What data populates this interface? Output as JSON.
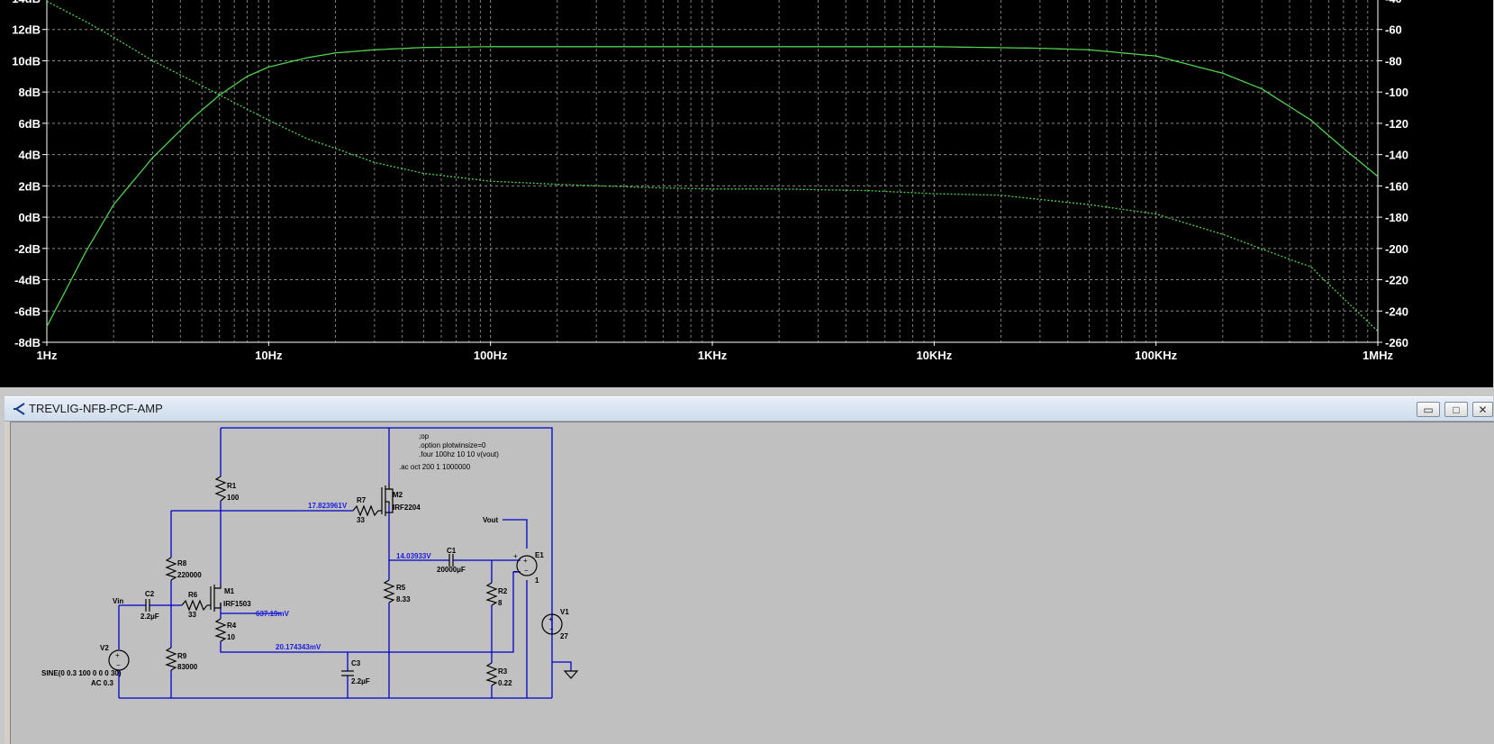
{
  "chart_data": {
    "type": "line",
    "x_scale": "log",
    "xlim": [
      1,
      1000000
    ],
    "x_ticks": [
      "1Hz",
      "10Hz",
      "100Hz",
      "1KHz",
      "10KHz",
      "100KHz",
      "1MHz"
    ],
    "ylim_left": [
      -8,
      14
    ],
    "y_ticks_left": [
      "14dB",
      "12dB",
      "10dB",
      "8dB",
      "6dB",
      "4dB",
      "2dB",
      "0dB",
      "-2dB",
      "-4dB",
      "-6dB",
      "-8dB"
    ],
    "ylim_right": [
      -260,
      -40
    ],
    "y_ticks_right": [
      "-40",
      "-60",
      "-80",
      "-100",
      "-120",
      "-140",
      "-160",
      "-180",
      "-200",
      "-220",
      "-240",
      "-260"
    ],
    "grid": true,
    "series": [
      {
        "axis": "left",
        "style": "solid",
        "color": "#50d050",
        "points": [
          [
            1,
            -7.0
          ],
          [
            1.5,
            -2.2
          ],
          [
            2,
            0.8
          ],
          [
            3,
            3.8
          ],
          [
            4.6,
            6.4
          ],
          [
            6,
            7.8
          ],
          [
            8,
            9.0
          ],
          [
            10,
            9.6
          ],
          [
            15,
            10.2
          ],
          [
            20,
            10.5
          ],
          [
            30,
            10.7
          ],
          [
            50,
            10.85
          ],
          [
            100,
            10.9
          ],
          [
            1000,
            10.9
          ],
          [
            10000,
            10.9
          ],
          [
            30000,
            10.8
          ],
          [
            50000,
            10.7
          ],
          [
            100000,
            10.3
          ],
          [
            200000,
            9.2
          ],
          [
            300000,
            8.2
          ],
          [
            500000,
            6.2
          ],
          [
            700000,
            4.4
          ],
          [
            1000000,
            2.6
          ]
        ]
      },
      {
        "axis": "right",
        "style": "dashed",
        "color": "#50d050",
        "points": [
          [
            1,
            -42
          ],
          [
            1.5,
            -55
          ],
          [
            2,
            -65
          ],
          [
            3,
            -80
          ],
          [
            5,
            -96
          ],
          [
            8,
            -111
          ],
          [
            10,
            -118
          ],
          [
            15,
            -130
          ],
          [
            20,
            -136
          ],
          [
            30,
            -145
          ],
          [
            50,
            -152
          ],
          [
            100,
            -157
          ],
          [
            200,
            -159
          ],
          [
            500,
            -161
          ],
          [
            1000,
            -162
          ],
          [
            2000,
            -162
          ],
          [
            5000,
            -163
          ],
          [
            10000,
            -165
          ],
          [
            20000,
            -166
          ],
          [
            50000,
            -172
          ],
          [
            100000,
            -178
          ],
          [
            200000,
            -191
          ],
          [
            500000,
            -212
          ],
          [
            1000000,
            -253
          ]
        ]
      }
    ]
  },
  "window": {
    "title": "TREVLIG-NFB-PCF-AMP",
    "min_glyph": "▭",
    "max_glyph": "□",
    "close_glyph": "✕"
  },
  "schematic": {
    "directives": [
      ";op",
      ".option plotwinsize=0",
      ".four 100hz 10 10 v(vout)",
      ".ac oct 200 1 1000000"
    ],
    "components": {
      "R1": {
        "name": "R1",
        "value": "100"
      },
      "R7": {
        "name": "R7",
        "value": "33"
      },
      "M2": {
        "name": "M2",
        "value": "IRF2204"
      },
      "R8": {
        "name": "R8",
        "value": "220000"
      },
      "M1": {
        "name": "M1",
        "value": "IRF1503"
      },
      "R6": {
        "name": "R6",
        "value": "33"
      },
      "C2": {
        "name": "C2",
        "value": "2.2µF"
      },
      "R4": {
        "name": "R4",
        "value": "10"
      },
      "R9": {
        "name": "R9",
        "value": "83000"
      },
      "V2": {
        "name": "V2",
        "value": "SINE(0 0.3 100 0 0 0 30)",
        "ac": "AC 0.3"
      },
      "C1": {
        "name": "C1",
        "value": "20000µF"
      },
      "R5": {
        "name": "R5",
        "value": "8.33"
      },
      "R2": {
        "name": "R2",
        "value": "8"
      },
      "E1": {
        "name": "E1",
        "value": "1"
      },
      "C3": {
        "name": "C3",
        "value": "2.2µF"
      },
      "R3": {
        "name": "R3",
        "value": "0.22"
      },
      "V1": {
        "name": "V1",
        "value": "27"
      }
    },
    "net_labels": {
      "vin": "Vin",
      "vout": "Vout"
    },
    "voltages": {
      "gate_m2": "17.823961V",
      "output": "14.03933V",
      "source_m1": "637.19mV",
      "feedback": "20.174343mV"
    }
  }
}
